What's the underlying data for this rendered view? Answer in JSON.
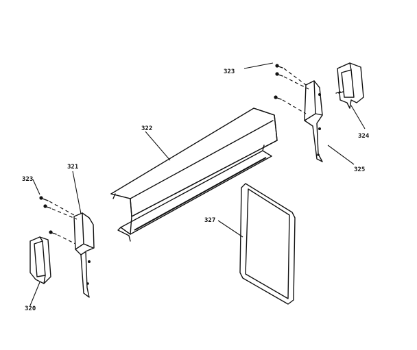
{
  "parts": [
    {
      "key": "p320",
      "number": "320"
    },
    {
      "key": "p321",
      "number": "321"
    },
    {
      "key": "p322",
      "number": "322"
    },
    {
      "key": "p323a",
      "number": "323"
    },
    {
      "key": "p323b",
      "number": "323"
    },
    {
      "key": "p324",
      "number": "324"
    },
    {
      "key": "p325",
      "number": "325"
    },
    {
      "key": "p327",
      "number": "327"
    }
  ]
}
